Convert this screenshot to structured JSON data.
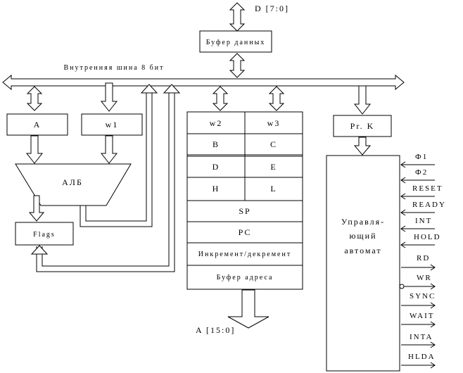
{
  "bus": {
    "data_bus_label": "D [7:0]",
    "data_buffer": "Буфер данных",
    "internal_bus": "Внутренняя шина 8 бит",
    "address_bus_label": "A [15:0]"
  },
  "alu_block": {
    "reg_a": "A",
    "reg_w1": "w1",
    "alu": "АЛБ",
    "flags": "Flags"
  },
  "registers": {
    "w2": "w2",
    "w3": "w3",
    "b": "B",
    "c": "C",
    "d": "D",
    "e": "E",
    "h": "H",
    "l": "L",
    "sp": "SP",
    "pc": "PC",
    "inc_dec": "Инкремент/декремент",
    "address_buffer": "Буфер адреса"
  },
  "control": {
    "instruction_reg": "Pr. K",
    "automaton_line1": "Управля-",
    "automaton_line2": "ющий",
    "automaton_line3": "автомат",
    "inputs": [
      "Ф1",
      "Ф2",
      "RESET",
      "READY",
      "INT",
      "HOLD"
    ],
    "outputs": [
      "RD",
      "WR",
      "SYNC",
      "WAIT",
      "INTA",
      "HLDA"
    ]
  }
}
